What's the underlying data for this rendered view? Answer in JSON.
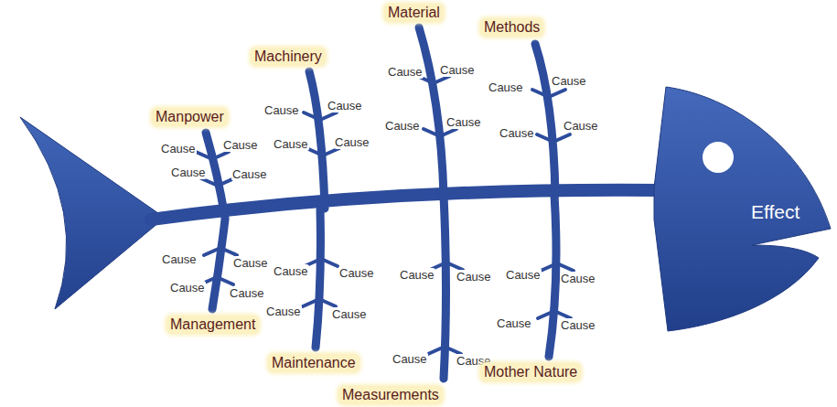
{
  "diagram": {
    "nodes": [
      {
        "text": [
          "Effect"
        ]
      }
    ],
    "labels": [
      "Manpower",
      "Cause",
      "Cause",
      "Cause",
      "Cause",
      "Machinery",
      "Cause",
      "Cause",
      "Cause",
      "Cause",
      "Material",
      "Cause",
      "Cause",
      "Cause",
      "Cause",
      "Methods",
      "Cause",
      "Cause",
      "Cause",
      "Cause",
      "Management",
      "Cause",
      "Cause",
      "Cause",
      "Cause",
      "Maintenance",
      "Cause",
      "Cause",
      "Cause",
      "Cause",
      "Measurements",
      "Cause",
      "Cause",
      "Cause",
      "Cause",
      "Mother Nature",
      "Cause",
      "Cause",
      "Cause",
      "Cause"
    ]
  }
}
